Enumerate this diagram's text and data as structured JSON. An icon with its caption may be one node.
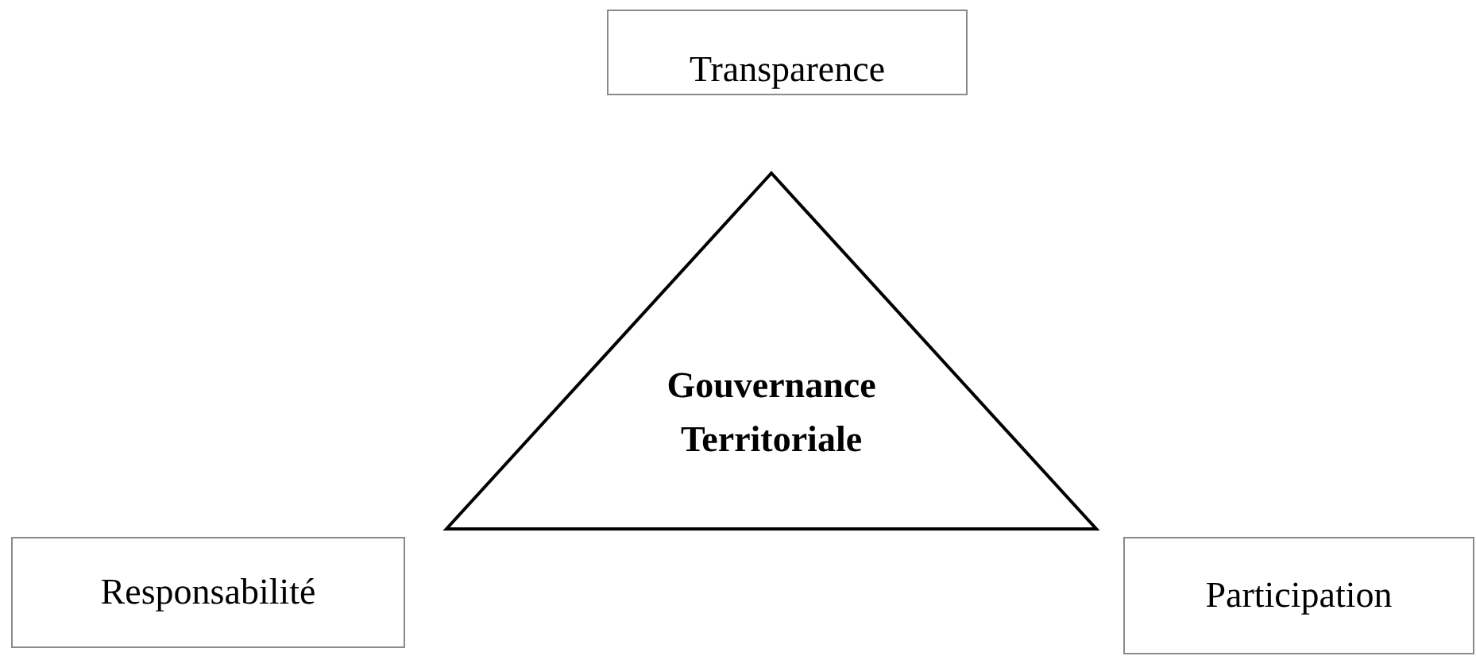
{
  "diagram": {
    "nodes": [
      {
        "text": [
          "Transparence"
        ]
      },
      {
        "text": [
          "Gouvernance Territoriale"
        ]
      },
      {
        "text": [
          "Responsabilité"
        ]
      },
      {
        "text": [
          "Participation"
        ]
      }
    ]
  }
}
